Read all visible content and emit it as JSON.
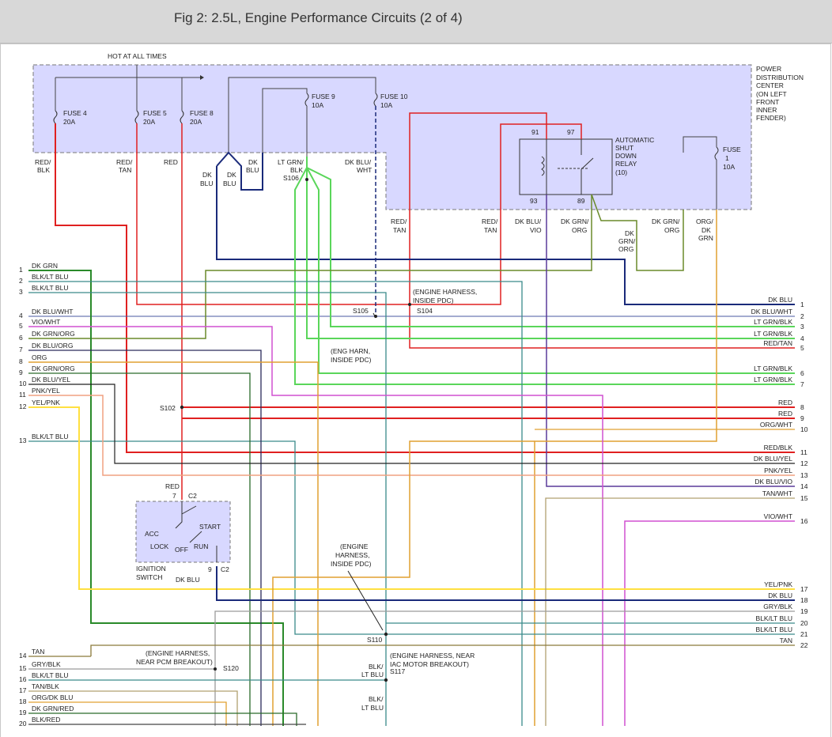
{
  "figure": {
    "title": "Fig 2: 2.5L, Engine Performance Circuits (2 of 4)"
  },
  "pdc": {
    "hot_label": "HOT AT ALL TIMES",
    "label_lines": [
      "POWER",
      "DISTRIBUTION",
      "CENTER",
      "(ON LEFT",
      "FRONT",
      "INNER",
      "FENDER)"
    ],
    "fuses": [
      {
        "name": "FUSE 4",
        "amps": "20A"
      },
      {
        "name": "FUSE 5",
        "amps": "20A"
      },
      {
        "name": "FUSE 8",
        "amps": "20A"
      },
      {
        "name": "FUSE 9",
        "amps": "10A"
      },
      {
        "name": "FUSE 10",
        "amps": "10A"
      },
      {
        "name": "FUSE",
        "num": "1",
        "amps": "10A"
      }
    ],
    "relay": {
      "lines": [
        "AUTOMATIC",
        "SHUT",
        "DOWN",
        "RELAY",
        "(10)"
      ],
      "pins": {
        "p91": "91",
        "p97": "97",
        "p93": "93",
        "p89": "89"
      }
    },
    "top_wires": [
      "RED/",
      "BLK",
      "RED/",
      "TAN",
      "RED",
      "DK",
      "BLU",
      "DK",
      "BLU",
      "DK",
      "BLU",
      "LT GRN/",
      "BLK",
      "DK BLU/",
      "WHT"
    ],
    "relay_wires": [
      "RED/",
      "TAN",
      "RED/",
      "TAN",
      "DK BLU/",
      "VIO",
      "DK GRN/",
      "ORG",
      "DK",
      "GRN/",
      "ORG",
      "DK GRN/",
      "ORG",
      "ORG/",
      "DK",
      "GRN"
    ]
  },
  "left_connector": [
    {
      "pin": "1",
      "wire": "DK GRN"
    },
    {
      "pin": "2",
      "wire": "BLK/LT BLU"
    },
    {
      "pin": "3",
      "wire": "BLK/LT BLU"
    },
    {
      "pin": "4",
      "wire": "DK BLU/WHT"
    },
    {
      "pin": "5",
      "wire": "VIO/WHT"
    },
    {
      "pin": "6",
      "wire": "DK GRN/ORG"
    },
    {
      "pin": "7",
      "wire": "DK BLU/ORG"
    },
    {
      "pin": "8",
      "wire": "ORG"
    },
    {
      "pin": "9",
      "wire": "DK GRN/ORG"
    },
    {
      "pin": "10",
      "wire": "DK BLU/YEL"
    },
    {
      "pin": "11",
      "wire": "PNK/YEL"
    },
    {
      "pin": "12",
      "wire": "YEL/PNK"
    },
    {
      "pin": "13",
      "wire": "BLK/LT BLU"
    },
    {
      "pin": "14",
      "wire": "TAN"
    },
    {
      "pin": "15",
      "wire": "GRY/BLK"
    },
    {
      "pin": "16",
      "wire": "BLK/LT BLU"
    },
    {
      "pin": "17",
      "wire": "TAN/BLK"
    },
    {
      "pin": "18",
      "wire": "ORG/DK BLU"
    },
    {
      "pin": "19",
      "wire": "DK GRN/RED"
    },
    {
      "pin": "20",
      "wire": "BLK/RED"
    }
  ],
  "right_connector": [
    {
      "pin": "1",
      "wire": "DK BLU"
    },
    {
      "pin": "2",
      "wire": "DK BLU/WHT"
    },
    {
      "pin": "3",
      "wire": "LT GRN/BLK"
    },
    {
      "pin": "4",
      "wire": "LT GRN/BLK"
    },
    {
      "pin": "5",
      "wire": "RED/TAN"
    },
    {
      "pin": "6",
      "wire": "LT GRN/BLK"
    },
    {
      "pin": "7",
      "wire": "LT GRN/BLK"
    },
    {
      "pin": "8",
      "wire": "RED"
    },
    {
      "pin": "9",
      "wire": "RED"
    },
    {
      "pin": "10",
      "wire": "ORG/WHT"
    },
    {
      "pin": "11",
      "wire": "RED/BLK"
    },
    {
      "pin": "12",
      "wire": "DK BLU/YEL"
    },
    {
      "pin": "13",
      "wire": "PNK/YEL"
    },
    {
      "pin": "14",
      "wire": "DK BLU/VIO"
    },
    {
      "pin": "15",
      "wire": "TAN/WHT"
    },
    {
      "pin": "16",
      "wire": "VIO/WHT"
    },
    {
      "pin": "17",
      "wire": "YEL/PNK"
    },
    {
      "pin": "18",
      "wire": "DK BLU"
    },
    {
      "pin": "19",
      "wire": "GRY/BLK"
    },
    {
      "pin": "20",
      "wire": "BLK/LT BLU"
    },
    {
      "pin": "21",
      "wire": "BLK/LT BLU"
    },
    {
      "pin": "22",
      "wire": "TAN"
    }
  ],
  "splices": {
    "s105": "S105",
    "s104": "S104",
    "s106": "S106",
    "s102": "S102",
    "s110": "S110",
    "s117": "S117",
    "s120": "S120"
  },
  "notes": {
    "eng_harness_pdc_lines": [
      "(ENGINE HARNESS,",
      "INSIDE PDC)"
    ],
    "eng_harn_lines": [
      "(ENG HARN,",
      "INSIDE PDC)"
    ],
    "engine_harness_lines": [
      "(ENGINE",
      "HARNESS,",
      "INSIDE PDC)"
    ],
    "pcm_breakout_lines": [
      "(ENGINE HARNESS,",
      "NEAR PCM BREAKOUT)"
    ],
    "iac_breakout_lines": [
      "(ENGINE HARNESS, NEAR",
      "IAC MOTOR BREAKOUT)"
    ],
    "s117_wires": [
      "BLK/",
      "LT BLU",
      "BLK/",
      "LT BLU"
    ]
  },
  "ignition": {
    "label_lines": [
      "IGNITION",
      "SWITCH"
    ],
    "red": "RED",
    "pin7": "7",
    "c2_top": "C2",
    "pin9": "9",
    "c2_bottom": "C2",
    "dk_blu": "DK BLU",
    "acc": "ACC",
    "lock": "LOCK",
    "off": "OFF",
    "run": "RUN",
    "start": "START"
  },
  "colors": {
    "red": "#e02020",
    "dark_blue": "#1a2a7a",
    "purple": "#5a3a9a",
    "light_green": "#5ad65a",
    "dark_green": "#2a8a2a",
    "olive": "#6a8a2a",
    "orange": "#e0a030",
    "teal": "#3a8a8a",
    "yellow": "#ffe040",
    "pink": "#f0a080",
    "magenta": "#d050d0",
    "tan": "#8a7a3a",
    "gray": "#9a9a9a",
    "black": "#222222",
    "pdc_fill": "#d8d8ff"
  }
}
